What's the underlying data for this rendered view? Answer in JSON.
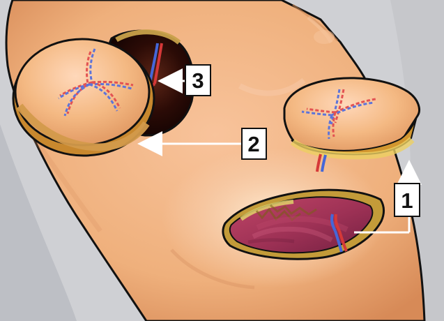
{
  "labels": {
    "one": "1",
    "two": "2",
    "three": "3"
  },
  "icons": {
    "arrow": "arrow-icon",
    "vessel": "vessel-icon"
  },
  "colors": {
    "background_gray": "#cfd0d4",
    "skin": "#efb07c",
    "skin_shadow": "#d78a57",
    "skin_highlight": "#ffd6b5",
    "fat": "#c9a23e",
    "fat_dark": "#8d6e1e",
    "muscle": "#a13657",
    "muscle_dark": "#6a1836",
    "artery": "#d53838",
    "vein": "#4567d8",
    "callout_fill": "#ffffff",
    "callout_border": "#111111",
    "outline": "#111111"
  }
}
